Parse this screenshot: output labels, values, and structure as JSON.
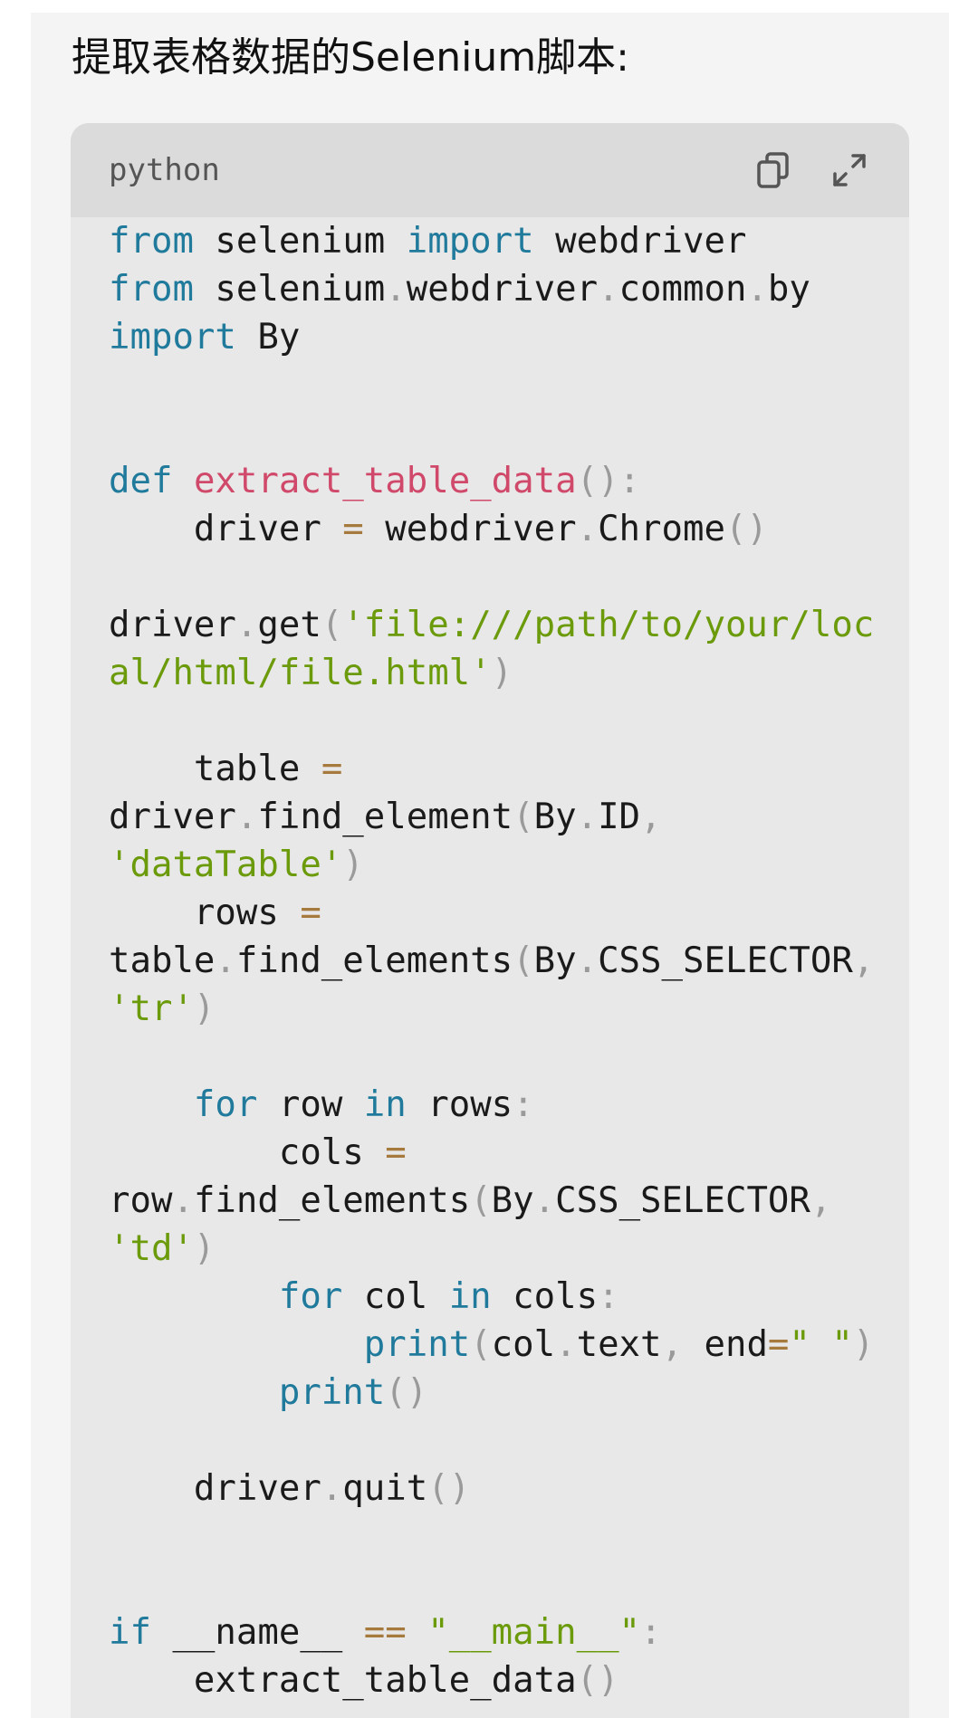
{
  "heading": "提取表格数据的Selenium脚本:",
  "code_block": {
    "language": "python",
    "copy_icon": "copy-icon",
    "expand_icon": "expand-icon",
    "lines": [
      [
        {
          "t": "from",
          "c": "kw"
        },
        {
          "t": " selenium "
        },
        {
          "t": "import",
          "c": "kw"
        },
        {
          "t": " webdriver"
        }
      ],
      [
        {
          "t": "from",
          "c": "kw"
        },
        {
          "t": " selenium"
        },
        {
          "t": ".",
          "c": "pn"
        },
        {
          "t": "webdriver"
        },
        {
          "t": ".",
          "c": "pn"
        },
        {
          "t": "common"
        },
        {
          "t": ".",
          "c": "pn"
        },
        {
          "t": "by"
        }
      ],
      [
        {
          "t": "import",
          "c": "kw"
        },
        {
          "t": " By"
        }
      ],
      [],
      [],
      [
        {
          "t": "def",
          "c": "kw"
        },
        {
          "t": " "
        },
        {
          "t": "extract_table_data",
          "c": "fn"
        },
        {
          "t": "():",
          "c": "pn"
        }
      ],
      [
        {
          "t": "    driver "
        },
        {
          "t": "=",
          "c": "op"
        },
        {
          "t": " webdriver"
        },
        {
          "t": ".",
          "c": "pn"
        },
        {
          "t": "Chrome"
        },
        {
          "t": "()",
          "c": "pn"
        }
      ],
      [],
      [
        {
          "t": "driver"
        },
        {
          "t": ".",
          "c": "pn"
        },
        {
          "t": "get"
        },
        {
          "t": "(",
          "c": "pn"
        },
        {
          "t": "'file:///path/to/your/loc",
          "c": "str"
        }
      ],
      [
        {
          "t": "al/html/file.html'",
          "c": "str"
        },
        {
          "t": ")",
          "c": "pn"
        }
      ],
      [],
      [
        {
          "t": "    table "
        },
        {
          "t": "=",
          "c": "op"
        }
      ],
      [
        {
          "t": "driver"
        },
        {
          "t": ".",
          "c": "pn"
        },
        {
          "t": "find_element"
        },
        {
          "t": "(",
          "c": "pn"
        },
        {
          "t": "By"
        },
        {
          "t": ".",
          "c": "pn"
        },
        {
          "t": "ID"
        },
        {
          "t": ",",
          "c": "pn"
        }
      ],
      [
        {
          "t": "'dataTable'",
          "c": "str"
        },
        {
          "t": ")",
          "c": "pn"
        }
      ],
      [
        {
          "t": "    rows "
        },
        {
          "t": "=",
          "c": "op"
        }
      ],
      [
        {
          "t": "table"
        },
        {
          "t": ".",
          "c": "pn"
        },
        {
          "t": "find_elements"
        },
        {
          "t": "(",
          "c": "pn"
        },
        {
          "t": "By"
        },
        {
          "t": ".",
          "c": "pn"
        },
        {
          "t": "CSS_SELECTOR"
        },
        {
          "t": ",",
          "c": "pn"
        }
      ],
      [
        {
          "t": "'tr'",
          "c": "str"
        },
        {
          "t": ")",
          "c": "pn"
        }
      ],
      [],
      [
        {
          "t": "    "
        },
        {
          "t": "for",
          "c": "kw"
        },
        {
          "t": " row "
        },
        {
          "t": "in",
          "c": "kw"
        },
        {
          "t": " rows"
        },
        {
          "t": ":",
          "c": "pn"
        }
      ],
      [
        {
          "t": "        cols "
        },
        {
          "t": "=",
          "c": "op"
        }
      ],
      [
        {
          "t": "row"
        },
        {
          "t": ".",
          "c": "pn"
        },
        {
          "t": "find_elements"
        },
        {
          "t": "(",
          "c": "pn"
        },
        {
          "t": "By"
        },
        {
          "t": ".",
          "c": "pn"
        },
        {
          "t": "CSS_SELECTOR"
        },
        {
          "t": ",",
          "c": "pn"
        }
      ],
      [
        {
          "t": "'td'",
          "c": "str"
        },
        {
          "t": ")",
          "c": "pn"
        }
      ],
      [
        {
          "t": "        "
        },
        {
          "t": "for",
          "c": "kw"
        },
        {
          "t": " col "
        },
        {
          "t": "in",
          "c": "kw"
        },
        {
          "t": " cols"
        },
        {
          "t": ":",
          "c": "pn"
        }
      ],
      [
        {
          "t": "            "
        },
        {
          "t": "print",
          "c": "kw"
        },
        {
          "t": "(",
          "c": "pn"
        },
        {
          "t": "col"
        },
        {
          "t": ".",
          "c": "pn"
        },
        {
          "t": "text"
        },
        {
          "t": ",",
          "c": "pn"
        },
        {
          "t": " end"
        },
        {
          "t": "=",
          "c": "op"
        },
        {
          "t": "\" \"",
          "c": "str"
        },
        {
          "t": ")",
          "c": "pn"
        }
      ],
      [
        {
          "t": "        "
        },
        {
          "t": "print",
          "c": "kw"
        },
        {
          "t": "()",
          "c": "pn"
        }
      ],
      [],
      [
        {
          "t": "    driver"
        },
        {
          "t": ".",
          "c": "pn"
        },
        {
          "t": "quit"
        },
        {
          "t": "()",
          "c": "pn"
        }
      ],
      [],
      [],
      [
        {
          "t": "if",
          "c": "kw"
        },
        {
          "t": " __name__ "
        },
        {
          "t": "==",
          "c": "op"
        },
        {
          "t": " "
        },
        {
          "t": "\"__main__\"",
          "c": "str"
        },
        {
          "t": ":",
          "c": "pn"
        }
      ],
      [
        {
          "t": "    extract_table_data"
        },
        {
          "t": "()",
          "c": "pn"
        }
      ]
    ]
  },
  "colors": {
    "keyword": "#1f7a9c",
    "function_name": "#d0496a",
    "string": "#6b9a0b",
    "operator": "#a67a3c",
    "punctuation": "#9a9a9a"
  }
}
